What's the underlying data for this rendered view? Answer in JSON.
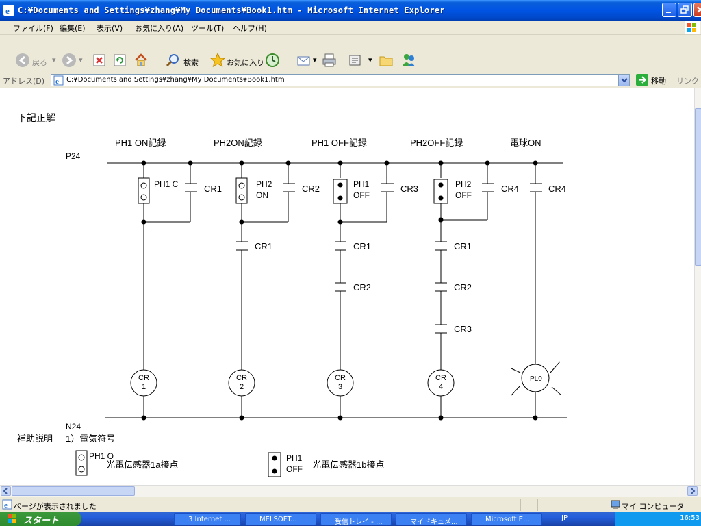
{
  "window": {
    "title": "C:¥Documents and Settings¥zhang¥My Documents¥Book1.htm - Microsoft Internet Explorer"
  },
  "menu": [
    "ファイル(F)",
    "編集(E)",
    "表示(V)",
    "お気に入り(A)",
    "ツール(T)",
    "ヘルプ(H)"
  ],
  "toolbar": {
    "back_label": "戻る",
    "search_label": "検索",
    "favorites_label": "お気に入り"
  },
  "address": {
    "label": "アドレス(D)",
    "value": "C:¥Documents and Settings¥zhang¥My Documents¥Book1.htm",
    "go_label": "移動",
    "links_label": "リンク"
  },
  "page": {
    "heading": "下記正解",
    "p24": "P24",
    "n24": "N24",
    "columns": [
      "PH1  ON記録",
      "PH2ON記録",
      "PH1 OFF記録",
      "PH2OFF記録",
      "電球ON"
    ],
    "contacts": {
      "ph1_on": "PH1 C",
      "ph2_on_1": "PH2",
      "ph2_on_2": "ON",
      "ph1_off_1": "PH1",
      "ph1_off_2": "OFF",
      "ph2_off_1": "PH2",
      "ph2_off_2": "OFF"
    },
    "cr": {
      "cr1": "CR1",
      "cr2": "CR2",
      "cr3": "CR3",
      "cr4": "CR4"
    },
    "coils": [
      {
        "line1": "CR",
        "line2": "1"
      },
      {
        "line1": "CR",
        "line2": "2"
      },
      {
        "line1": "CR",
        "line2": "3"
      },
      {
        "line1": "CR",
        "line2": "4"
      }
    ],
    "lamp": "PL0",
    "aux_label": "補助説明",
    "aux_item": "1）電気符号",
    "legend_a_tag": "PH1 O",
    "legend_a_text": "光電伝感器1a接点",
    "legend_b_tag1": "PH1",
    "legend_b_tag2": "OFF",
    "legend_b_text": "光電伝感器1b接点"
  },
  "status": {
    "text": "ページが表示されました",
    "zone": "マイ コンピュータ"
  },
  "taskbar": {
    "start": "スタート",
    "tasks": [
      "3 Internet ...",
      "MELSOFT...",
      "受信トレイ - ...",
      "マイドキュメ...",
      "Microsoft E..."
    ],
    "tray_lang": "JP",
    "clock": "16:53"
  }
}
